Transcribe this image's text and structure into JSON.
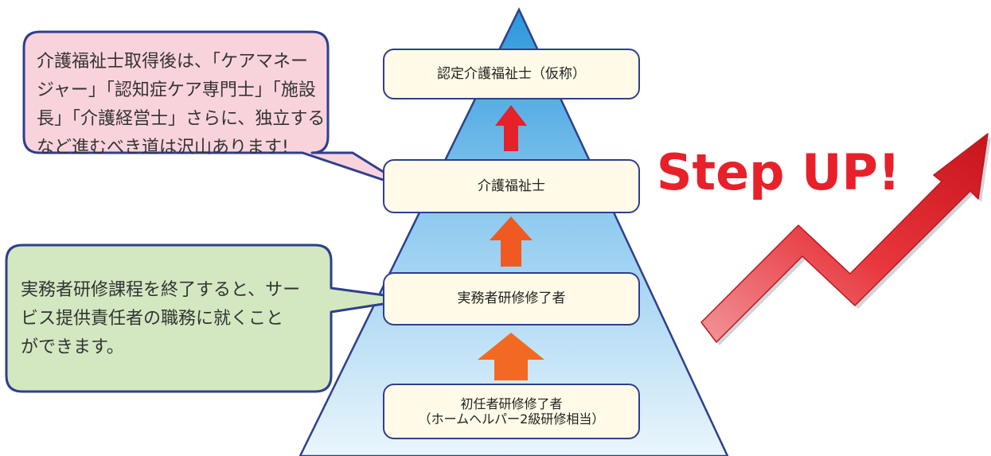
{
  "colors": {
    "outline": "#2f3f8c",
    "box_fill": "#fffbe8",
    "callout_pink": "#f9d3dc",
    "callout_green": "#d3e8c1",
    "arrow_top": "#e52129",
    "arrow_mid": "#f05a22",
    "arrow_bottom": "#f26a21",
    "step_text": "#e8202a",
    "pyramid_top": "#2b97dc",
    "pyramid_bottom": "#e8f4fb"
  },
  "levels": [
    {
      "id": "certified",
      "lines": [
        "認定介護福祉士（仮称）"
      ]
    },
    {
      "id": "care-worker",
      "lines": [
        "介護福祉士"
      ]
    },
    {
      "id": "practitioner",
      "lines": [
        "実務者研修修了者"
      ]
    },
    {
      "id": "initial",
      "lines": [
        "初任者研修修了者",
        "（ホームヘルパー2級研修相当）"
      ]
    }
  ],
  "callouts": {
    "pink": {
      "lines": [
        "介護福祉士取得後は、「ケアマネー",
        "ジャー」「認知症ケア専門士」「施設",
        "長」「介護経営士」さらに、独立する",
        "など進むべき道は沢山あります!"
      ]
    },
    "green": {
      "lines": [
        "実務者研修課程を終了すると、サー",
        "ビス提供責任者の職務に就くこと",
        "ができます。"
      ]
    }
  },
  "step_up": {
    "text": "Step UP!",
    "arrow_icon": "trend-up-arrow-icon"
  }
}
